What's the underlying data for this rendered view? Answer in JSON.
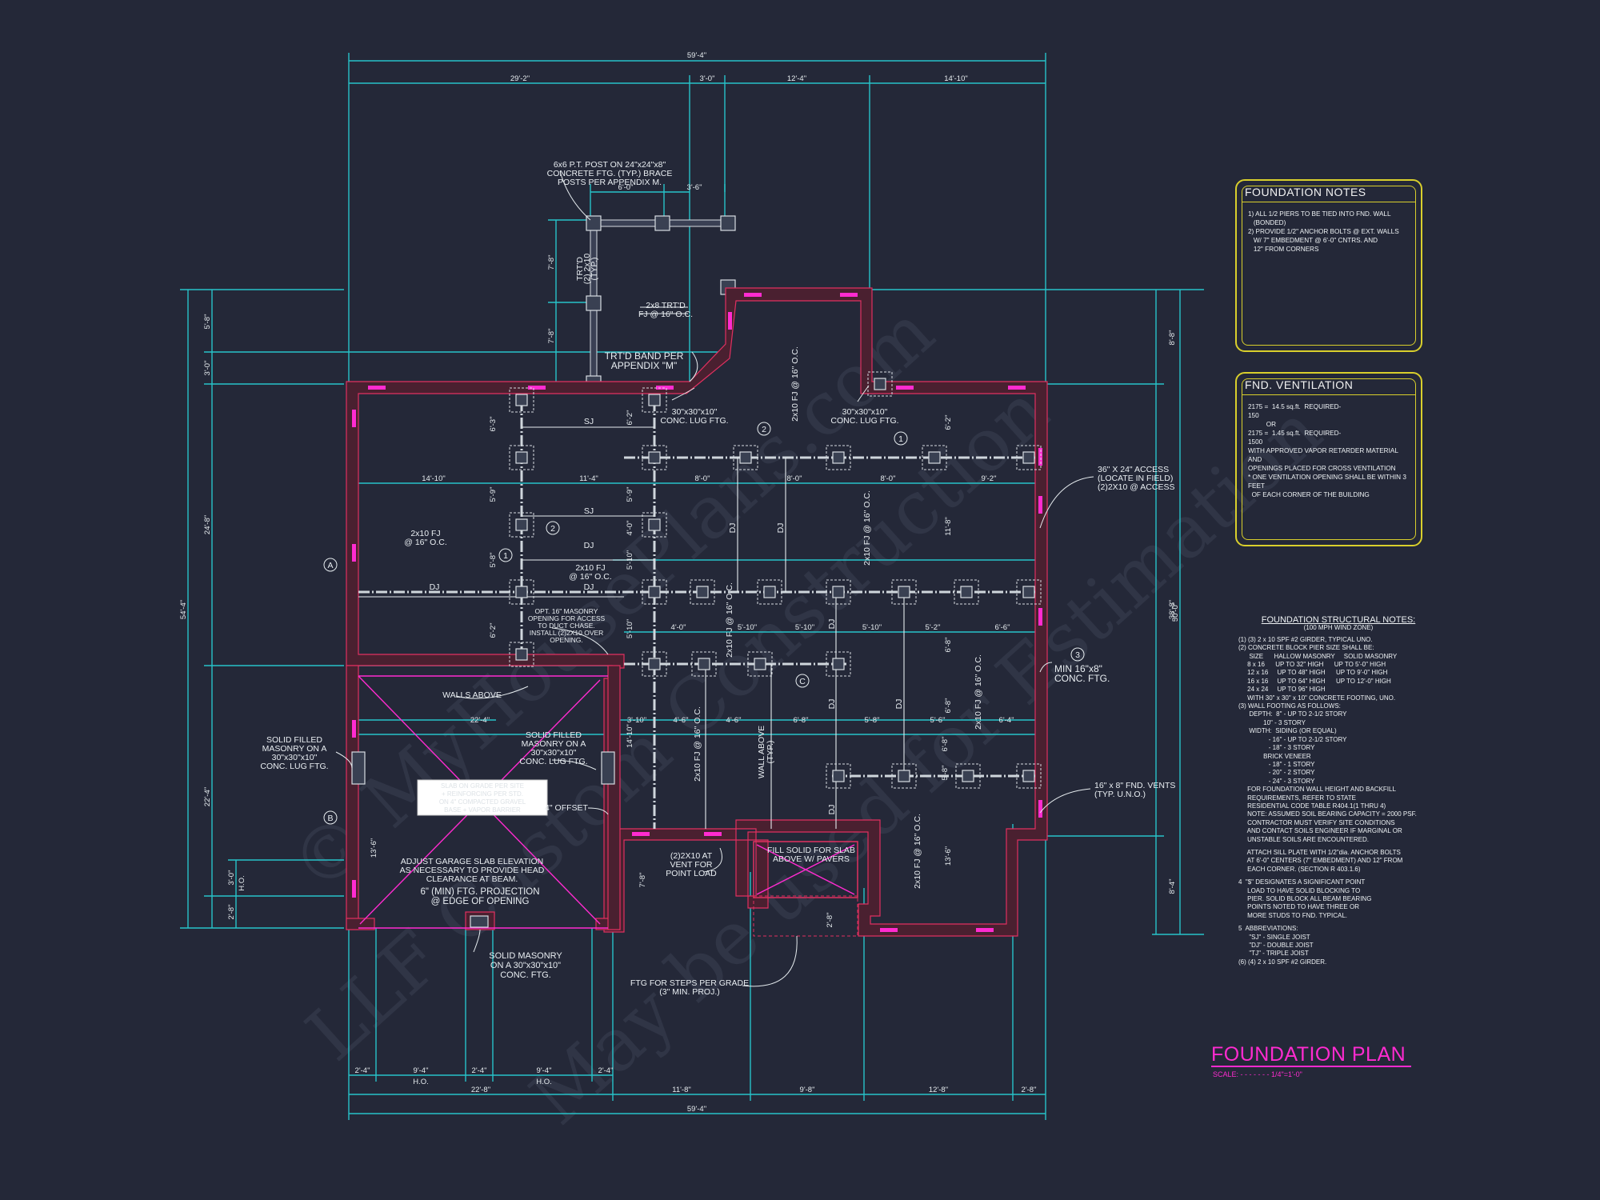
{
  "watermark": {
    "line1": "© MyHousePlans.com",
    "line2": "LLF Custom Construction",
    "line3": "May be used for Estimation"
  },
  "dims": {
    "overall_top": "59'-4\"",
    "top_seg1": "29'-2\"",
    "top_seg2": "3'-0\"",
    "top_seg3": "12'-4\"",
    "top_seg4": "14'-10\"",
    "porch_w1": "6'-0\"",
    "porch_w2": "3'-6\"",
    "porch_h1": "7'-8\"",
    "porch_h2": "7'-8\"",
    "left_overall": "54'-4\"",
    "left_s1": "5'-8\"",
    "left_s2": "3'-0\"",
    "left_s3": "24'-8\"",
    "left_s4": "22'-4\"",
    "left_s5": "3'-0\"",
    "left_s6": "2'-8\"",
    "right_overall": "50'-0\"",
    "right_s1": "8'-8\"",
    "right_s2": "38'-8\"",
    "right_s3": "8'-4\"",
    "bottom_overall": "59'-4\"",
    "bottom_s1": "22'-8\"",
    "bottom_s2": "11'-8\"",
    "bottom_s3": "9'-8\"",
    "bottom_s4": "12'-8\"",
    "bottom_s5": "2'-8\"",
    "garage_a": "2'-4\"",
    "garage_b": "9'-4\"",
    "garage_c": "2'-4\"",
    "garage_d": "9'-4\"",
    "garage_e": "2'-4\"",
    "ho1": "H.O.",
    "ho2": "H.O.",
    "ho3": "H.O.",
    "int": [
      "14'-10\"",
      "11'-4\"",
      "8'-0\"",
      "8'-0\"",
      "8'-0\"",
      "9'-2\"",
      "4'-0\"",
      "5'-10\"",
      "5'-10\"",
      "5'-10\"",
      "5'-2\"",
      "6'-6\"",
      "3'-10\"",
      "4'-6\"",
      "4'-6\"",
      "6'-8\"",
      "5'-8\"",
      "5'-6\"",
      "6'-4\"",
      "22'-4\"",
      "6'-3\"",
      "5'-9\"",
      "5'-9\"",
      "5'-8\"",
      "6'-2\"",
      "6'-2\"",
      "5'-10\"",
      "5'-10\"",
      "6'-8\"",
      "6'-8\"",
      "6'-2\"",
      "11'-8\"",
      "6'-8\"",
      "5'-8\"",
      "13'-6\"",
      "13'-6\"",
      "7'-8\"",
      "2'-8\"",
      "14'-10\"",
      "4'-0\""
    ]
  },
  "labels": {
    "post_note": [
      "6x6 P.T. POST ON 24\"x24\"x8\"",
      "CONCRETE FTG. (TYP.) BRACE",
      "POSTS PER APPENDIX M."
    ],
    "trtd_post": [
      "TRT'D",
      "(2) 2x10",
      "(TYP.)"
    ],
    "trtd_fj": [
      "2x8 TRT'D",
      "FJ @ 16\" O.C."
    ],
    "band": [
      "TRT'D BAND PER",
      "APPENDIX \"M\""
    ],
    "lug1": [
      "30\"x30\"x10\"",
      "CONC. LUG FTG."
    ],
    "lug2": [
      "30\"x30\"x10\"",
      "CONC. LUG FTG."
    ],
    "access": [
      "36\" X 24\" ACCESS",
      "(LOCATE IN FIELD)",
      "(2)2X10 @ ACCESS"
    ],
    "min_ftg": [
      "MIN 16\"x8\"",
      "CONC. FTG."
    ],
    "vents": [
      "16\" x 8\" FND. VENTS",
      "(TYP. U.N.O.)"
    ],
    "fj_left": [
      "2x10 FJ",
      "@ 16\" O.C."
    ],
    "fj_mid": [
      "2x10 FJ",
      "@ 16\" O.C."
    ],
    "chase": [
      "OPT. 16\" MASONRY",
      "OPENING FOR ACCESS",
      "TO DUCT CHASE.",
      "INSTALL (2)2X10 OVER",
      "OPENING."
    ],
    "walls_above": "WALLS ABOVE",
    "solid_left": [
      "SOLID FILLED",
      "MASONRY ON A",
      "30\"x30\"x10\"",
      "CONC. LUG FTG."
    ],
    "solid_mid": [
      "SOLID FILLED",
      "MASONRY ON A",
      "30\"x30\"x10\"",
      "CONC. LUG FTG."
    ],
    "offset": "4\" OFFSET",
    "white_box": [
      "SLAB ON GRADE PER SITE",
      "+ REINFORCING PER STD.",
      "ON 4\" COMPACTED GRAVEL",
      "BASE + VAPOR BARRIER"
    ],
    "adjust": [
      "ADJUST GARAGE SLAB ELEVATION",
      "AS NECESSARY TO PROVIDE HEAD",
      "CLEARANCE AT BEAM."
    ],
    "proj": [
      "6\" (MIN) FTG. PROJECTION",
      "@ EDGE OF OPENING"
    ],
    "solid_bottom": [
      "SOLID MASONRY",
      "ON A 30\"x30\"x10\"",
      "CONC. FTG."
    ],
    "point_load": [
      "(2)2X10 AT",
      "VENT FOR",
      "POINT LOAD"
    ],
    "fill_slab": [
      "FILL SOLID FOR SLAB",
      "ABOVE W/ PAVERS"
    ],
    "steps": [
      "FTG FOR STEPS PER GRADE",
      "(3\" MIN. PROJ.)"
    ],
    "wall_above": [
      "WALL ABOVE",
      "(TYP.)"
    ],
    "sj": "SJ",
    "dj": "DJ",
    "fj": "2x10 FJ @ 16\" O.C.",
    "marks": [
      "A",
      "B",
      "C",
      "1",
      "2",
      "3",
      "1",
      "2"
    ]
  },
  "foundation_notes": {
    "title": "FOUNDATION NOTES",
    "items": [
      "1) ALL 1/2 PIERS TO BE TIED INTO FND. WALL\n   (BONDED)",
      "2) PROVIDE 1/2\" ANCHOR BOLTS @ EXT. WALLS\n   W/ 7\" EMBEDMENT @ 6'-0\" CNTRS. AND\n   12\" FROM CORNERS"
    ]
  },
  "ventilation": {
    "title": "FND. VENTILATION",
    "items": [
      "2175 =  14.5 sq.ft.  REQUIRED-\n150",
      "          OR",
      "2175 =  1.45 sq.ft.  REQUIRED-\n1500",
      "WITH APPROVED VAPOR RETARDER MATERIAL AND\nOPENINGS PLACED FOR CROSS VENTILATION",
      "* ONE VENTILATION OPENING SHALL BE WITHIN 3 FEET\n  OF EACH CORNER OF THE BUILDING"
    ]
  },
  "structural_notes": {
    "title": "FOUNDATION STRUCTURAL NOTES:",
    "subtitle": "(100 MPH WIND ZONE)",
    "lines": [
      "(1) (3) 2 x 10 SPF #2 GIRDER, TYPICAL UNO.",
      "(2) CONCRETE BLOCK PIER SIZE SHALL BE:",
      "      SIZE      HALLOW MASONRY     SOLID MASONRY",
      "     8 x 16      UP TO 32\" HIGH      UP TO 5'-0\" HIGH",
      "     12 x 16     UP TO 48\" HIGH      UP TO 9'-0\" HIGH",
      "     16 x 16     UP TO 64\" HIGH      UP TO 12'-0\" HIGH",
      "     24 x 24     UP TO 96\" HIGH",
      "     WITH 30\" x 30\" x 10\" CONCRETE FOOTING, UNO.",
      "(3) WALL FOOTING AS FOLLOWS:",
      "      DEPTH:  8\" - UP TO 2-1/2 STORY",
      "              10\" - 3 STORY",
      "      WIDTH:  SIDING (OR EQUAL)",
      "                 - 16\" - UP TO 2-1/2 STORY",
      "                 - 18\" - 3 STORY",
      "              BRICK VENEER",
      "                 - 18\" - 1 STORY",
      "                 - 20\" - 2 STORY",
      "                 - 24\" - 3 STORY",
      "     FOR FOUNDATION WALL HEIGHT AND BACKFILL",
      "     REQUIREMENTS, REFER TO STATE",
      "     RESIDENTIAL CODE TABLE R404.1(1 THRU 4)",
      "     NOTE: ASSUMED SOIL BEARING CAPACITY = 2000 PSF.",
      "     CONTRACTOR MUST VERIFY SITE CONDITIONS",
      "     AND CONTACT SOILS ENGINEER IF MARGINAL OR",
      "     UNSTABLE SOILS ARE ENCOUNTERED.",
      "",
      "     ATTACH SILL PLATE WITH 1/2\"dia. ANCHOR BOLTS",
      "     AT 6'-0\" CENTERS (7\" EMBEDMENT) AND 12\" FROM",
      "     EACH CORNER. (SECTION R 403.1.6)",
      "",
      "4  \"$\" DESIGNATES A SIGNIFICANT POINT",
      "     LOAD TO HAVE SOLID BLOCKING TO",
      "     PIER. SOLID BLOCK ALL BEAM BEARING",
      "     POINTS NOTED TO HAVE THREE OR",
      "     MORE STUDS TO FND. TYPICAL.",
      "",
      "5  ABBREVIATIONS:",
      "      \"SJ\" - SINGLE JOIST",
      "      \"DJ\" - DOUBLE JOIST",
      "      \"TJ\" - TRIPLE JOIST",
      "(6) (4) 2 x 10 SPF #2 GIRDER."
    ]
  },
  "plan_title": {
    "title": "FOUNDATION PLAN",
    "scale": "SCALE: - - - - - - - 1/4\"=1'-0\""
  },
  "colors": {
    "background": "#242838",
    "dimension": "#27c3c9",
    "wall": "#e13060",
    "note_border": "#d9cf2c",
    "title": "#ff2bd0"
  }
}
